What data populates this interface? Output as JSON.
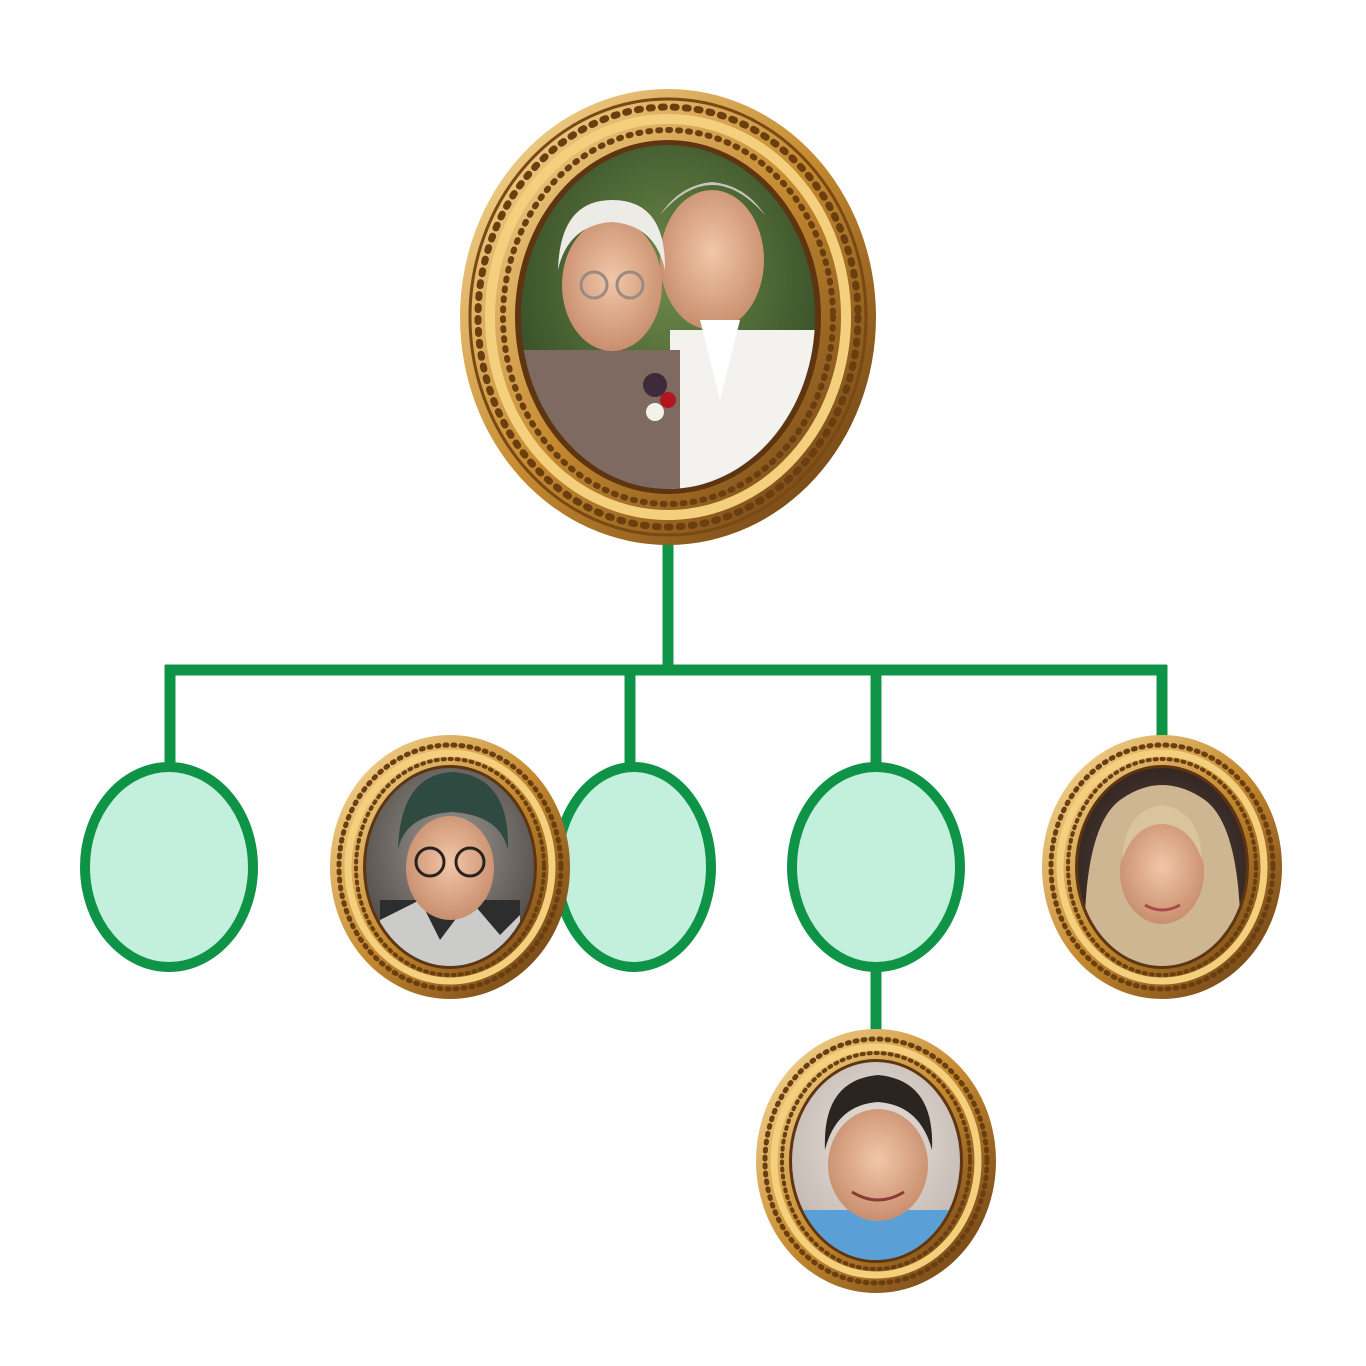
{
  "colors": {
    "connector": "#0f9447",
    "empty_fill": "#c2f0dc",
    "gold_light": "#f5c873",
    "gold_mid": "#c98b2f",
    "gold_dark": "#6b3e0f",
    "bead": "#7a4a14"
  },
  "tree": {
    "root": {
      "type": "framed-photo",
      "icon": "elderly-couple-portrait"
    },
    "children": [
      {
        "type": "empty-node"
      },
      {
        "type": "framed-photo",
        "icon": "woman-with-glasses-and-knit-hat-portrait"
      },
      {
        "type": "empty-node"
      },
      {
        "type": "empty-node",
        "child": {
          "type": "framed-photo",
          "icon": "young-man-portrait"
        }
      },
      {
        "type": "framed-photo",
        "icon": "woman-with-long-blonde-hair-portrait"
      }
    ]
  }
}
